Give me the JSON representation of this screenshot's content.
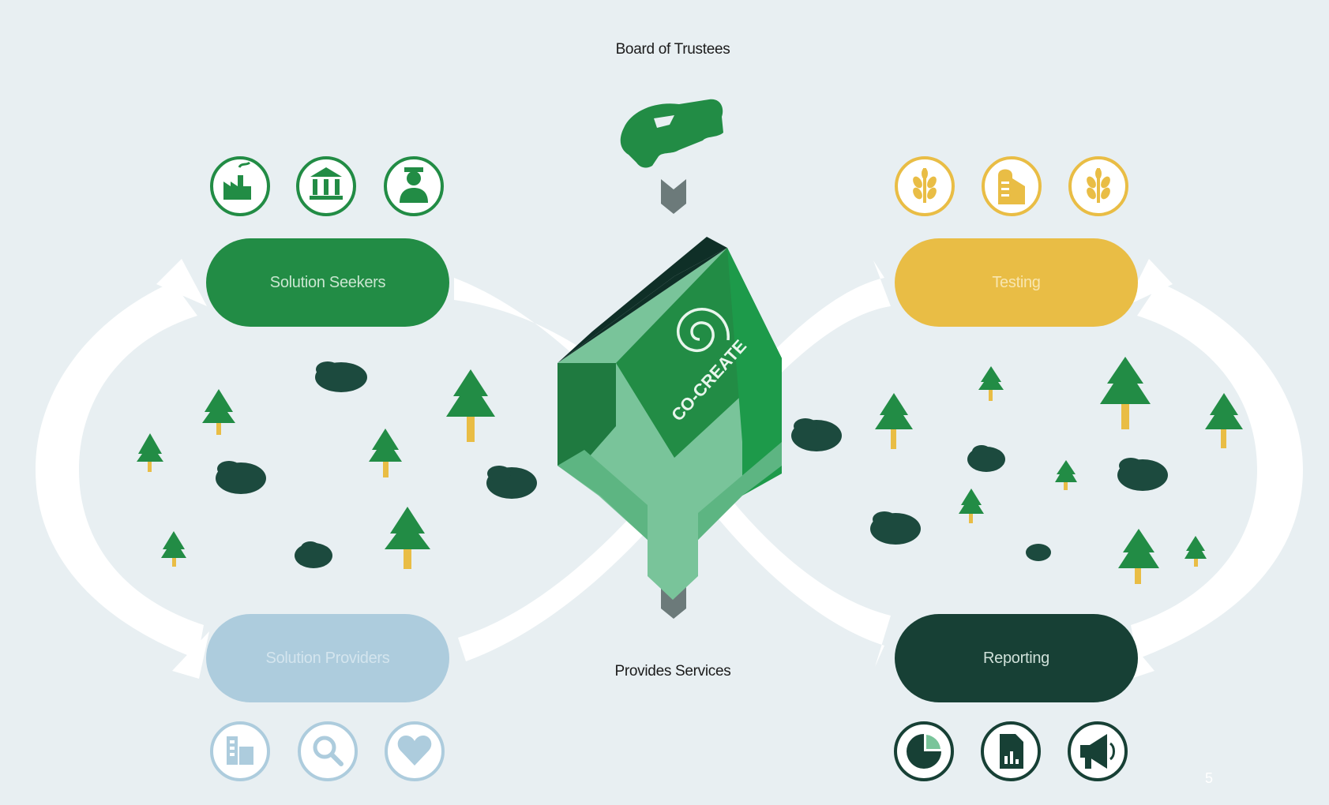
{
  "top_label": "Board of Trustees",
  "bottom_label": "Provides Services",
  "center_badge": "CO-CREATE",
  "pills": {
    "seekers": "Solution Seekers",
    "testing": "Testing",
    "providers": "Solution Providers",
    "reporting": "Reporting"
  },
  "icons": {
    "seekers": [
      "factory-icon",
      "government-building-icon",
      "farmer-icon"
    ],
    "testing": [
      "wheat-icon",
      "silo-icon",
      "wheat-icon"
    ],
    "providers": [
      "office-buildings-icon",
      "magnifier-icon",
      "heart-icon"
    ],
    "reporting": [
      "pie-chart-icon",
      "document-chart-icon",
      "megaphone-icon"
    ]
  },
  "colors": {
    "background": "#e8eff2",
    "green": "#228c45",
    "yellow": "#e9bd45",
    "light_blue": "#adccdd",
    "dark_green": "#174035",
    "mint": "#79c49a"
  },
  "page_number": "5"
}
